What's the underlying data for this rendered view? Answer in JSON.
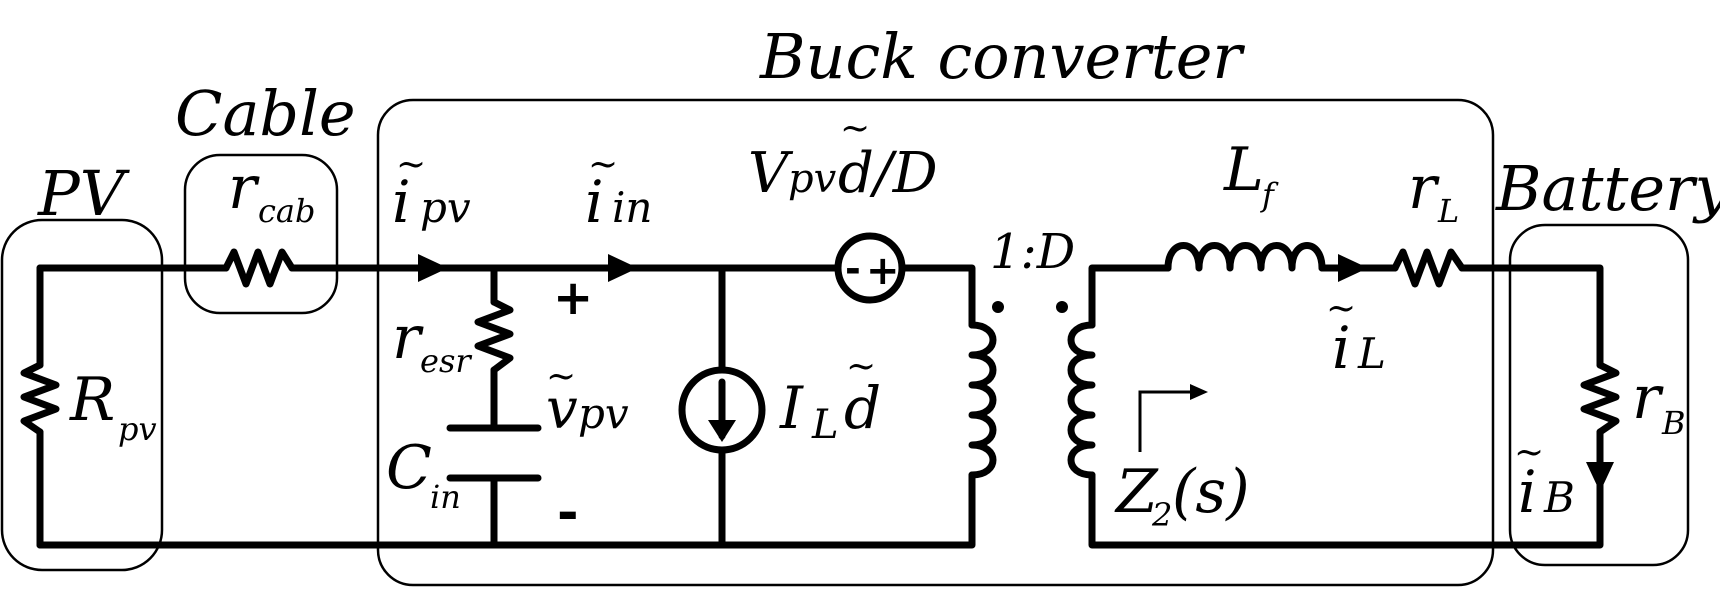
{
  "blocks": {
    "pv": "PV",
    "cable": "Cable",
    "buck": "Buck converter",
    "battery": "Battery"
  },
  "labels": {
    "r_cab": {
      "main": "r",
      "sub": "cab"
    },
    "R_pv": {
      "main": "R",
      "sub": "pv"
    },
    "i_pv": {
      "main": "i",
      "sub": "pv"
    },
    "i_in": {
      "main": "i",
      "sub": "in"
    },
    "r_esr": {
      "main": "r",
      "sub": "esr"
    },
    "C_in": {
      "main": "C",
      "sub": "in"
    },
    "v_pv": {
      "main": "v",
      "sub": "pv"
    },
    "plus": "+",
    "minus": "-",
    "src_v": {
      "main": "V",
      "sub": "pv",
      "tail": "d/D"
    },
    "src_v_minus": "-",
    "src_v_plus": "+",
    "src_i": {
      "main": "I",
      "sub": "L",
      "tail": "d"
    },
    "ratio": "1:D",
    "L_f": {
      "main": "L",
      "sub": "f"
    },
    "r_L": {
      "main": "r",
      "sub": "L"
    },
    "i_L": {
      "main": "i",
      "sub": "L"
    },
    "Z2": {
      "main": "Z",
      "sub": "2",
      "tail": "(s)"
    },
    "r_B": {
      "main": "r",
      "sub": "B"
    },
    "i_B": {
      "main": "i",
      "sub": "B"
    },
    "tilde": "~"
  }
}
